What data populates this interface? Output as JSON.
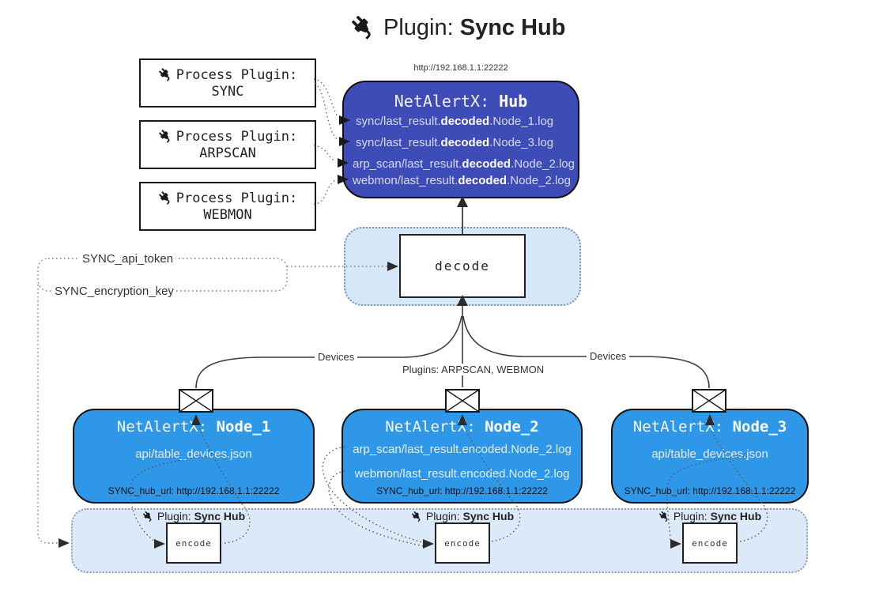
{
  "title": {
    "prefix": "Plugin: ",
    "bold": "Sync Hub"
  },
  "process_plugins": {
    "label": "Process Plugin:",
    "items": [
      "SYNC",
      "ARPSCAN",
      "WEBMON"
    ]
  },
  "hub": {
    "url": "http://192.168.1.1:22222",
    "name_prefix": "NetAlertX: ",
    "name": "Hub",
    "logs": [
      {
        "pre": "sync/last_result.",
        "mid": "decoded",
        "post": ".Node_1.log"
      },
      {
        "pre": "sync/last_result.",
        "mid": "decoded",
        "post": ".Node_3.log"
      },
      {
        "pre": "arp_scan/last_result.",
        "mid": "decoded",
        "post": ".Node_2.log"
      },
      {
        "pre": "webmon/last_result.",
        "mid": "decoded",
        "post": ".Node_2.log"
      }
    ]
  },
  "decode": {
    "label": "decode"
  },
  "settings": {
    "api_token": "SYNC_api_token",
    "encryption_key": "SYNC_encryption_key"
  },
  "edge_labels": {
    "left": "Devices",
    "middle": "Plugins: ARPSCAN, WEBMON",
    "right": "Devices"
  },
  "nodes": [
    {
      "name_prefix": "NetAlertX: ",
      "name": "Node_1",
      "files": [
        "api/table_devices.json"
      ],
      "hub_url": "SYNC_hub_url: http://192.168.1.1:22222"
    },
    {
      "name_prefix": "NetAlertX: ",
      "name": "Node_2",
      "files": [
        "arp_scan/last_result.encoded.Node_2.log",
        "webmon/last_result.encoded.Node_2.log"
      ],
      "hub_url": "SYNC_hub_url: http://192.168.1.1:22222"
    },
    {
      "name_prefix": "NetAlertX: ",
      "name": "Node_3",
      "files": [
        "api/table_devices.json"
      ],
      "hub_url": "SYNC_hub_url: http://192.168.1.1:22222"
    }
  ],
  "encode": {
    "label_prefix": "Plugin: ",
    "label_bold": "Sync Hub",
    "box_label": "encode"
  },
  "colors": {
    "hub_fill": "#3e4cb8",
    "node_fill": "#2e97e8",
    "decode_panel_fill": "#d6e7f8",
    "band_fill": "#dce9f8"
  }
}
